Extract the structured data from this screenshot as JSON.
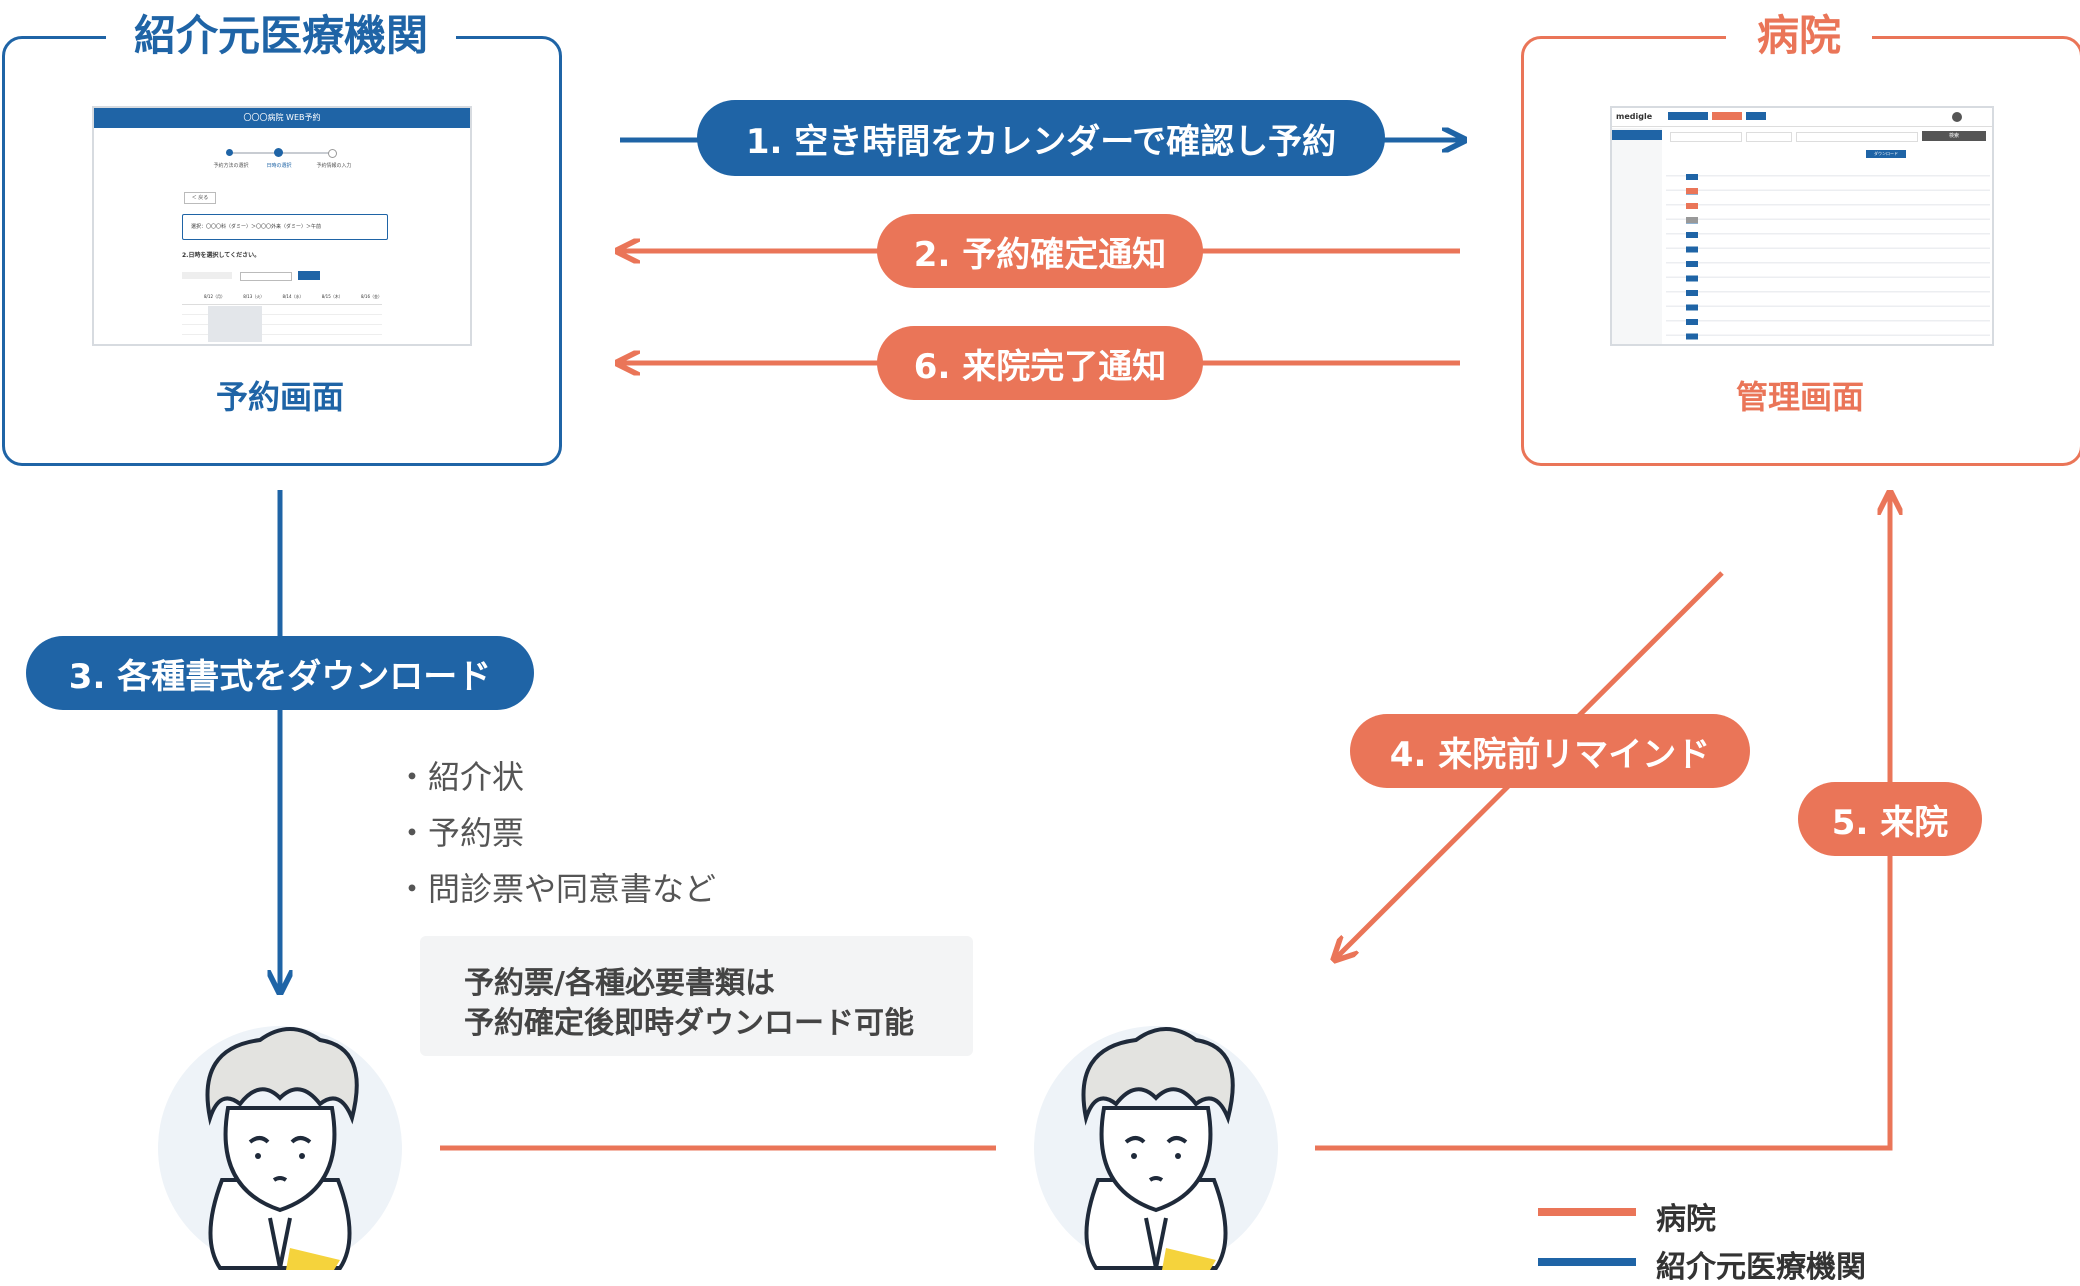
{
  "colors": {
    "hospital": "#EA7558",
    "referrer": "#1F64A6",
    "note_bg": "#F3F4F5"
  },
  "referrer_panel": {
    "title": "紹介元医療機関",
    "caption": "予約画面",
    "thumbnail": {
      "header": "〇〇〇病院 WEB予約",
      "step1": "予約方法の選択",
      "step2": "日時の選択",
      "step3": "予約情報の入力",
      "back": "＜ 戻る",
      "breadcrumb": "選択：〇〇〇科（ダミー）＞〇〇〇外来（ダミー）＞午前",
      "prompt": "2.日時を選択してください。",
      "table_header": [
        "8/12（月）",
        "8/13（火）",
        "8/14（水）",
        "8/15（木）",
        "8/16（金）"
      ]
    }
  },
  "hospital_panel": {
    "title": "病院",
    "caption": "管理画面",
    "thumbnail": {
      "logo": "medigle",
      "search_button": "検索",
      "download_button": "ダウンロード"
    }
  },
  "steps": {
    "s1": "1. 空き時間をカレンダーで確認し予約",
    "s2": "2. 予約確定通知",
    "s3": "3. 各種書式をダウンロード",
    "s4": "4. 来院前リマインド",
    "s5": "5. 来院",
    "s6": "6. 来院完了通知"
  },
  "download_items": [
    "・紹介状",
    "・予約票",
    "・問診票や同意書など"
  ],
  "note": {
    "line1": "予約票/各種必要書類は",
    "line2": "予約確定後即時ダウンロード可能"
  },
  "legend": {
    "hospital": "病院",
    "referrer": "紹介元医療機関"
  }
}
